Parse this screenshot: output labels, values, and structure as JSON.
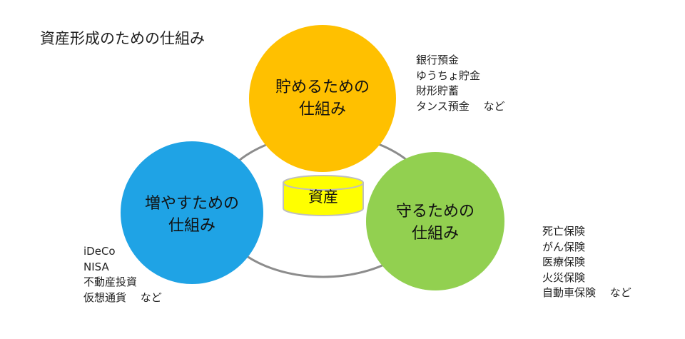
{
  "title": "資産形成のための仕組み",
  "center": {
    "label": "資産"
  },
  "nodes": {
    "save": {
      "line1": "貯めるための",
      "line2": "仕組み",
      "color": "#FFC000",
      "examples": [
        "銀行預金",
        "ゆうちょ貯金",
        "財形貯蓄",
        "タンス預金　 など"
      ]
    },
    "grow": {
      "line1": "増やすための",
      "line2": "仕組み",
      "color": "#1FA3E5",
      "examples": [
        "iDeCo",
        "NISA",
        "不動産投資",
        "仮想通貨　 など"
      ]
    },
    "protect": {
      "line1": "守るための",
      "line2": "仕組み",
      "color": "#92D050",
      "examples": [
        "死亡保険",
        "がん保険",
        "医療保険",
        "火災保険",
        "自動車保険　 など"
      ]
    }
  },
  "colors": {
    "ring": "#8C8C8C",
    "cylinder": "#FFFF00",
    "cylinder_stroke": "#BFBFBF"
  }
}
